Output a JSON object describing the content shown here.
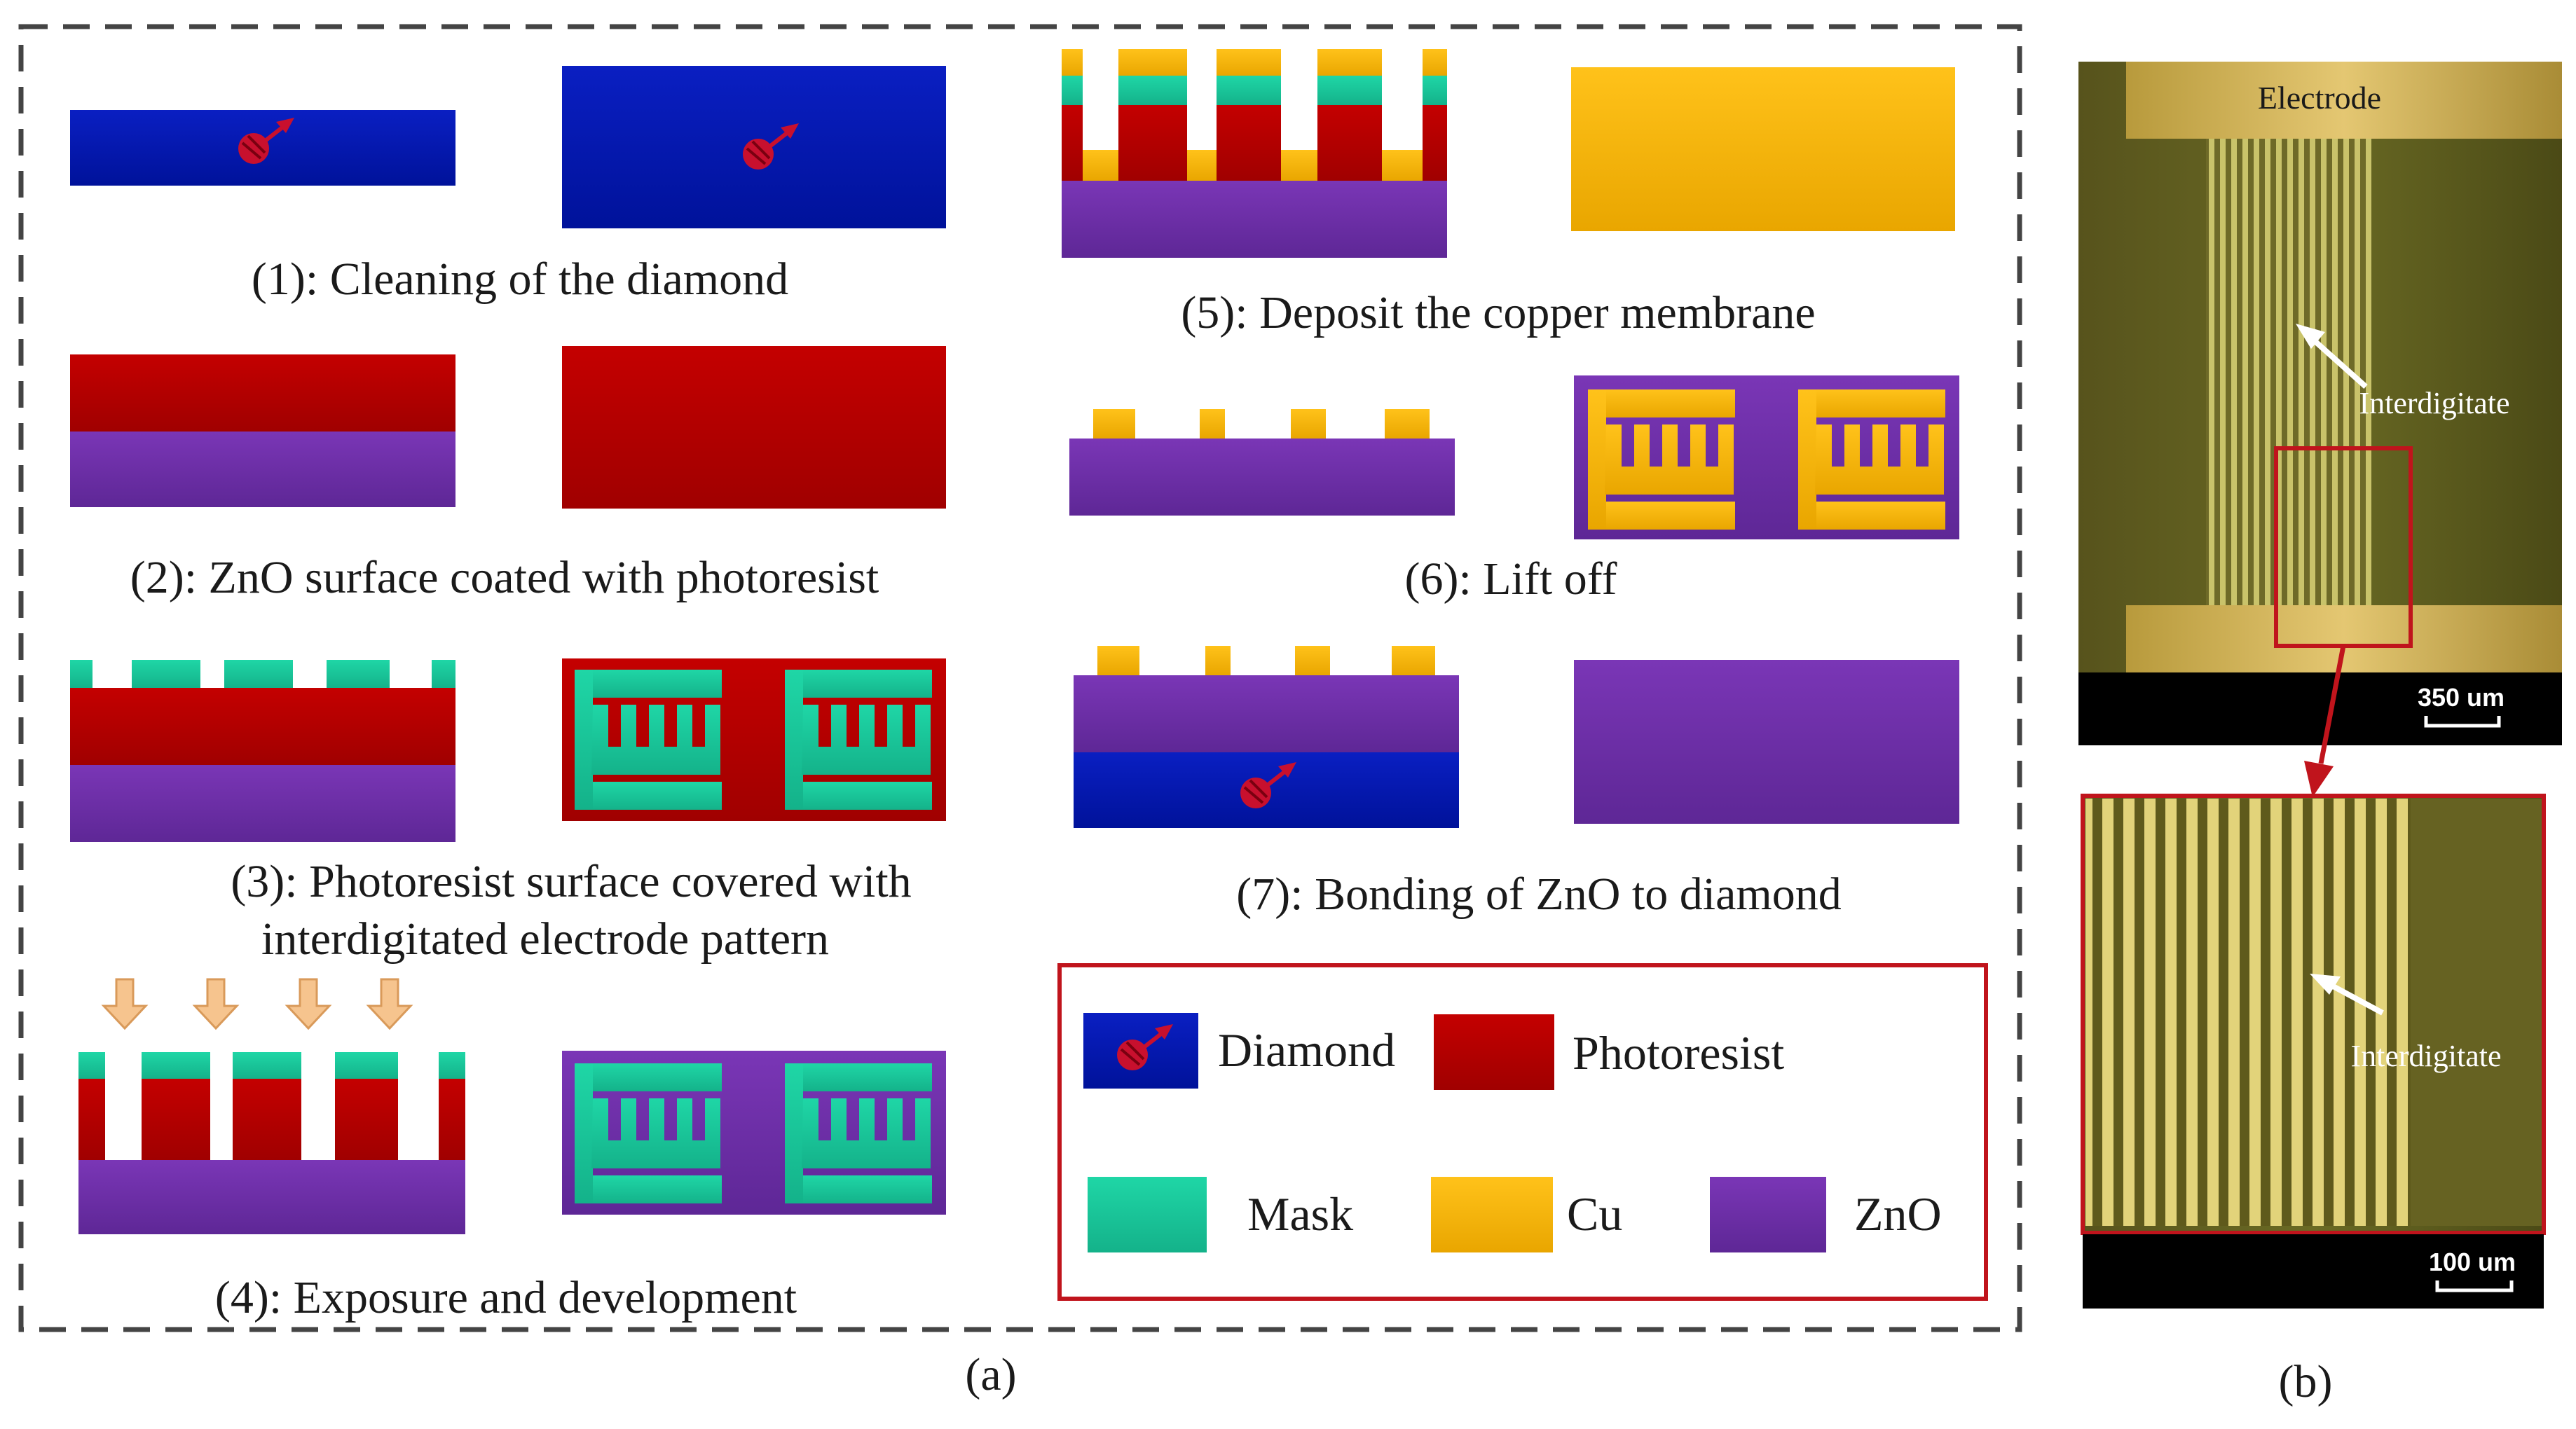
{
  "panel_a": {
    "label": "(a)",
    "steps": [
      {
        "caption": "(1): Cleaning of the diamond"
      },
      {
        "caption": "(2): ZnO surface coated with photoresist"
      },
      {
        "caption_line1": "(3): Photoresist surface covered with",
        "caption_line2": "interdigitated electrode pattern"
      },
      {
        "caption": "(4): Exposure and development"
      },
      {
        "caption": "(5): Deposit the copper membrane"
      },
      {
        "caption": "(6): Lift off"
      },
      {
        "caption": "(7): Bonding of ZnO to diamond"
      }
    ],
    "legend": {
      "items": [
        {
          "label": "Diamond",
          "color": "#0018b0"
        },
        {
          "label": "Photoresist",
          "color": "#b40000"
        },
        {
          "label": "Mask",
          "color": "#1cc79a"
        },
        {
          "label": "Cu",
          "color": "#f5b400"
        },
        {
          "label": "ZnO",
          "color": "#6d2fa6"
        }
      ]
    }
  },
  "panel_b": {
    "label": "(b)",
    "top_image": {
      "electrode_label": "Electrode",
      "interdigitate_label": "Interdigitate",
      "scale_bar": "350 um"
    },
    "bottom_image": {
      "interdigitate_label": "Interdigitate",
      "scale_bar": "100 um"
    }
  },
  "colors": {
    "diamond": "#0018b0",
    "photoresist": "#b40000",
    "mask": "#1cc79a",
    "cu": "#f5b400",
    "zno": "#6d2fa6",
    "frame_red": "#c0141c",
    "arrow": "#f6c48e"
  }
}
